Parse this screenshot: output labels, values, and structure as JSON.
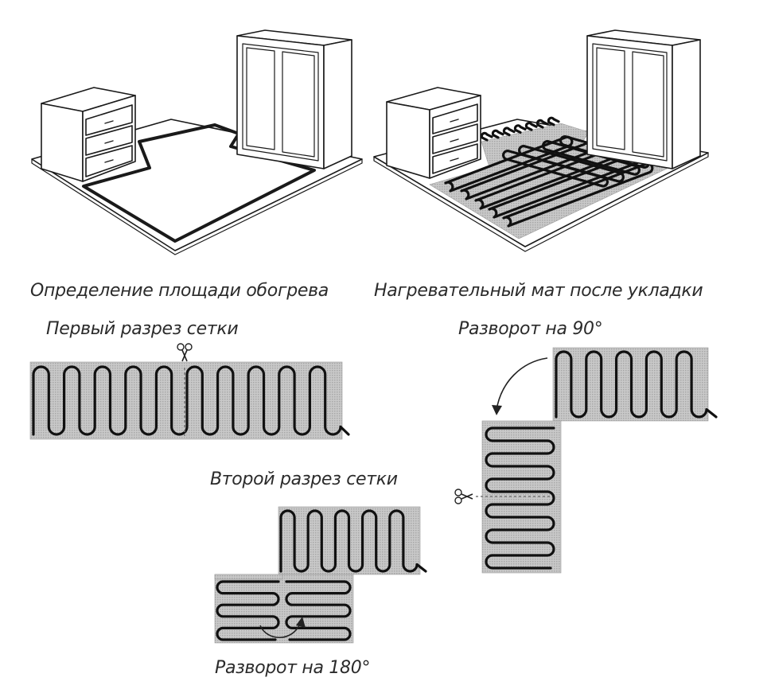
{
  "captions": {
    "area_definition": "Определение площади обогрева",
    "mat_after_laying": "Нагревательный мат после укладки",
    "first_cut": "Первый разрез сетки",
    "rotation_90": "Разворот на 90°",
    "second_cut": "Второй разрез сетки",
    "rotation_180": "Разворот на 180°"
  },
  "icons": [
    "scissors-icon",
    "curved-arrow-icon"
  ],
  "colors": {
    "mesh": "#bdbdbd",
    "cable": "#111111",
    "line": "#1a1a1a"
  }
}
